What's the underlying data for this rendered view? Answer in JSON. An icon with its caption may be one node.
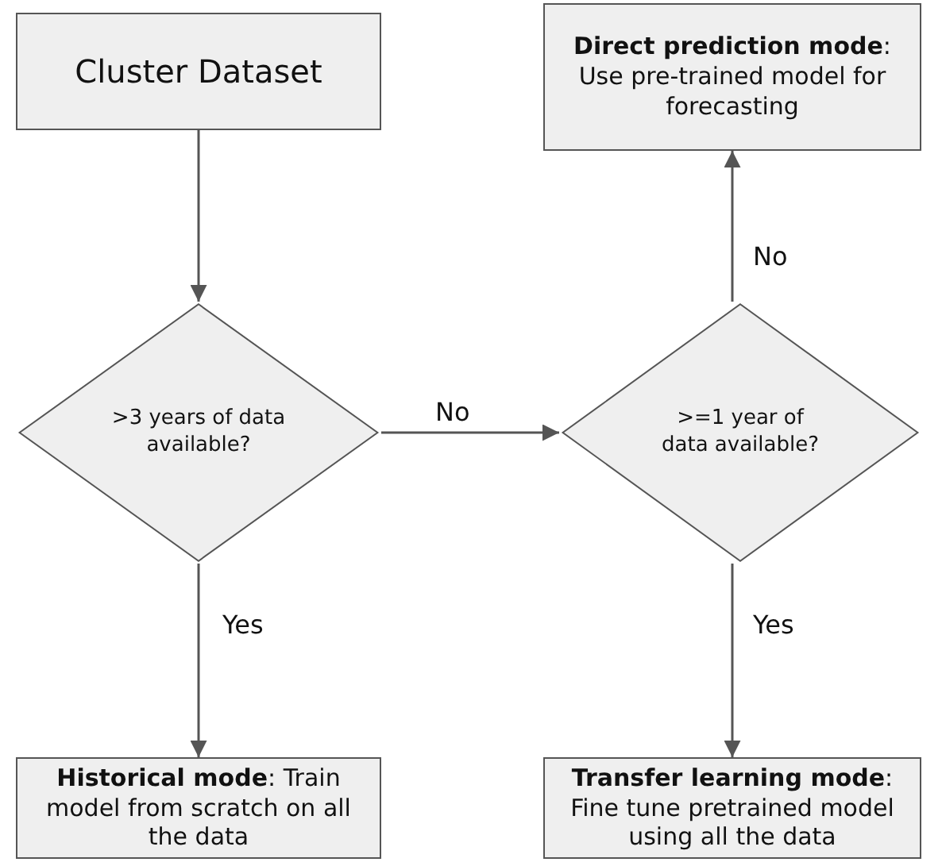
{
  "diagram": {
    "nodes": [
      {
        "text": [
          "Cluster Dataset"
        ]
      },
      {
        "text": [
          "**Direct prediction mode**: Use pre-trained model for forecasting"
        ]
      },
      {
        "text": [
          ">3 years of data available?"
        ]
      },
      {
        "text": [
          ">=1 year of data available?"
        ]
      },
      {
        "text": [
          "**Historical mode**: Train model from scratch on all the data"
        ]
      },
      {
        "text": [
          "**Transfer learning  mode**: Fine tune pretrained model using all the data"
        ]
      }
    ],
    "edges": [
      {
        "from": 0,
        "to": 2,
        "arrow": "to"
      },
      {
        "from": 2,
        "to": 3,
        "arrow": "to",
        "label": "No"
      },
      {
        "from": 3,
        "to": 1,
        "arrow": "to",
        "label": "No"
      },
      {
        "from": 2,
        "to": 4,
        "arrow": "to",
        "label": "Yes"
      },
      {
        "from": 3,
        "to": 5,
        "arrow": "to",
        "label": "Yes"
      }
    ]
  }
}
